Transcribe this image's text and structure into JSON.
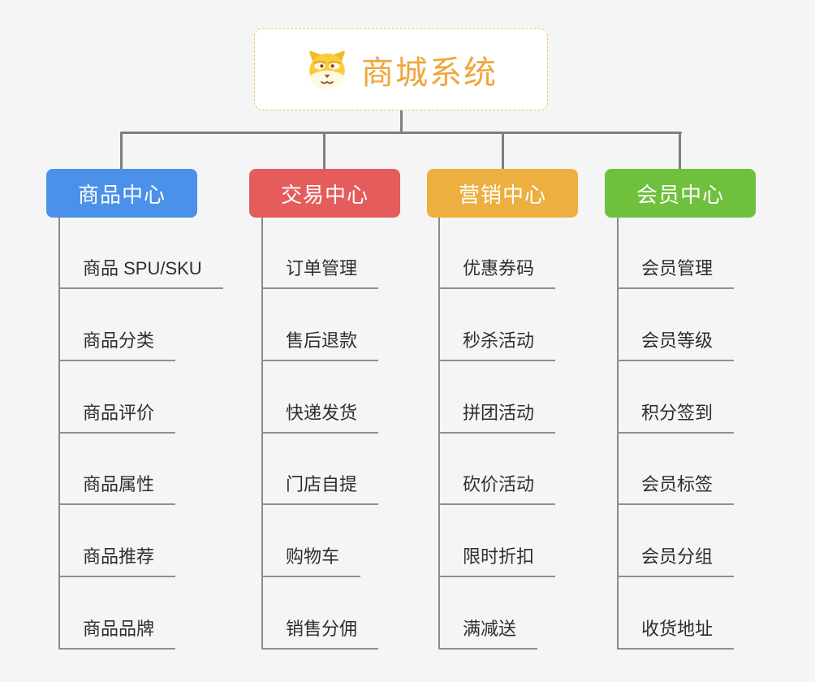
{
  "root": {
    "title": "商城系统",
    "icon": "dog-face",
    "title_color": "#efa63c",
    "border_color": "#f0c278"
  },
  "colors": {
    "background": "#f5f5f6",
    "connector": "#7f7f7f",
    "leaf_underline": "#8f8f8f",
    "leaf_text": "#2e2e2e"
  },
  "branches": [
    {
      "label": "商品中心",
      "color": "#4b90e9",
      "items": [
        "商品 SPU/SKU",
        "商品分类",
        "商品评价",
        "商品属性",
        "商品推荐",
        "商品品牌"
      ]
    },
    {
      "label": "交易中心",
      "color": "#e45c5c",
      "items": [
        "订单管理",
        "售后退款",
        "快递发货",
        "门店自提",
        "购物车",
        "销售分佣"
      ]
    },
    {
      "label": "营销中心",
      "color": "#ecaf40",
      "items": [
        "优惠券码",
        "秒杀活动",
        "拼团活动",
        "砍价活动",
        "限时折扣",
        "满减送"
      ]
    },
    {
      "label": "会员中心",
      "color": "#6fc03c",
      "items": [
        "会员管理",
        "会员等级",
        "积分签到",
        "会员标签",
        "会员分组",
        "收货地址"
      ]
    }
  ]
}
